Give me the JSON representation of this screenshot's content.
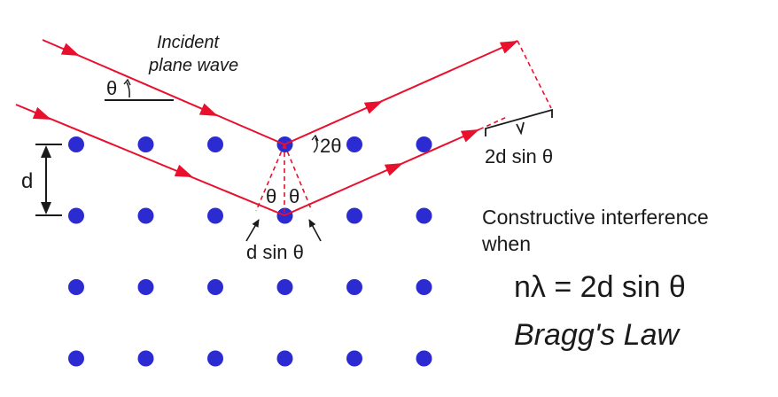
{
  "diagram": {
    "colors": {
      "background": "#ffffff",
      "ray": "#e8102d",
      "atom": "#2b2bd1",
      "ink": "#1a1a1a"
    },
    "lattice": {
      "columns": 6,
      "rows": 4
    },
    "labels": {
      "incident_line1": "Incident",
      "incident_line2": "plane wave",
      "theta": "θ",
      "two_theta": "2θ",
      "d": "d",
      "theta_left": "θ",
      "theta_right": "θ",
      "d_sin_theta": "d sin θ",
      "two_d_sin_theta": "2d sin θ"
    },
    "text": {
      "constructive_line1": "Constructive interference",
      "constructive_line2": "when",
      "equation": "nλ = 2d sin θ",
      "law_name": "Bragg's Law"
    }
  }
}
